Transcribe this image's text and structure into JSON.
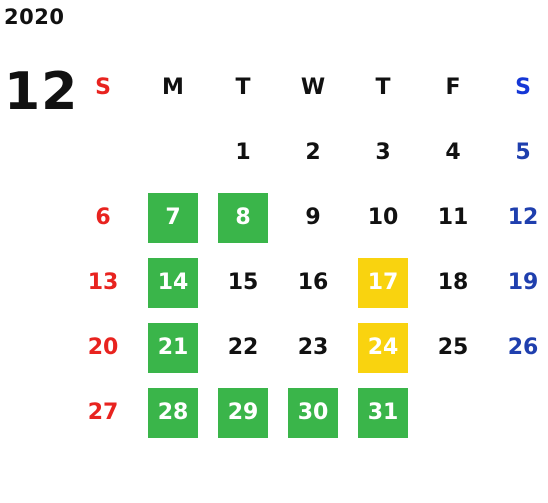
{
  "calendar": {
    "year": "2020",
    "month": "12",
    "weekday_headers": [
      "S",
      "M",
      "T",
      "W",
      "T",
      "F",
      "S"
    ],
    "weeks": [
      [
        "",
        "",
        "1",
        "2",
        "3",
        "4",
        "5"
      ],
      [
        "6",
        "7",
        "8",
        "9",
        "10",
        "11",
        "12"
      ],
      [
        "13",
        "14",
        "15",
        "16",
        "17",
        "18",
        "19"
      ],
      [
        "20",
        "21",
        "22",
        "23",
        "24",
        "25",
        "26"
      ],
      [
        "27",
        "28",
        "29",
        "30",
        "31",
        "",
        ""
      ]
    ],
    "highlights": {
      "green": [
        "7",
        "8",
        "14",
        "21",
        "28",
        "29",
        "30",
        "31"
      ],
      "yellow": [
        "17",
        "24"
      ]
    },
    "colors": {
      "sunday": "#e8231f",
      "saturday": "#1f3fae",
      "saturday_header": "#1537d6",
      "highlight_green": "#3ab54a",
      "highlight_yellow": "#f9d30f",
      "text": "#111111"
    }
  }
}
